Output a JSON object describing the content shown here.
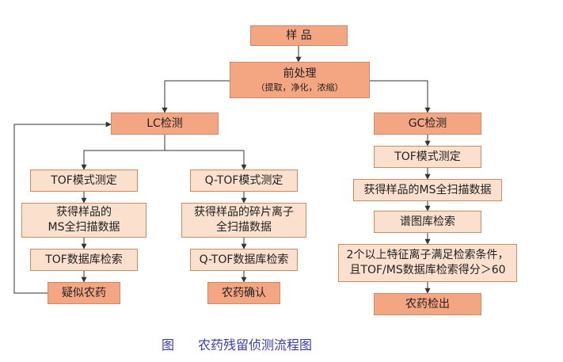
{
  "nodes": {
    "sample": "样 品",
    "pretreat_title": "前处理",
    "pretreat_sub": "（提取，净化，浓缩）",
    "lc": "LC检测",
    "gc": "GC检测",
    "lc_tof_mode": "TOF模式测定",
    "lc_tof_ms_line1": "获得样品的",
    "lc_tof_ms_line2": "MS全扫描数据",
    "lc_tof_db": "TOF数据库检索",
    "suspect": "疑似农药",
    "lc_qtof_mode": "Q-TOF模式测定",
    "lc_qtof_frag_line1": "获得样品的碎片离子",
    "lc_qtof_frag_line2": "全扫描数据",
    "lc_qtof_db": "Q-TOF数据库检索",
    "confirm": "农药确认",
    "gc_tof_mode": "TOF模式测定",
    "gc_ms_scan": "获得样品的MS全扫描数据",
    "gc_lib": "谱图库检索",
    "gc_criteria_line1": "2个以上特征离子满足检索条件，",
    "gc_criteria_line2": "且TOF/MS数据库检索得分＞60",
    "gc_detect": "农药检出"
  },
  "caption": {
    "label": "图",
    "title": "农药残留侦测流程图"
  },
  "colors": {
    "box_fill_pale": "#fbe0cd",
    "box_fill_orange": "#f4a582",
    "box_border": "#c98a6a",
    "connector": "#333333",
    "caption_text": "#3a3aa8"
  }
}
